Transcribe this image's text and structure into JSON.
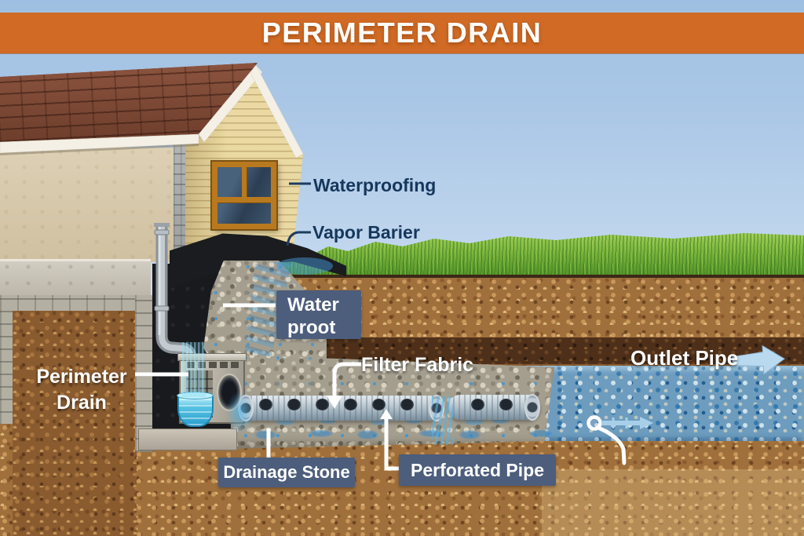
{
  "banner": {
    "title": "PERIMETER DRAIN"
  },
  "labels": {
    "waterproofing": "Waterproofing",
    "vapor_barrier": "Vapor Barier",
    "waterproof": {
      "line1": "Water",
      "line2": "proot"
    },
    "filter_fabric": "Filter Fabric",
    "perimeter_drain": {
      "line1": "Perimeter",
      "line2": "Drain"
    },
    "drainage_stone": "Drainage Stone",
    "perforated_pipe": "Perforated Pipe",
    "outlet_pipe": "Outlet Pipe"
  },
  "colors": {
    "banner_bg": "#d06a24",
    "label_box_bg": "#4d5d7c",
    "dark_label_text": "#16375c",
    "white_label_text": "#ffffff",
    "sky": "#a9c6e6",
    "water": "#3fa9dc",
    "soil": "#8a5b2f",
    "gravel": "#a49e8f",
    "grass": "#7db73e",
    "roof_shingle": "#7c4833",
    "siding": "#ead9a2",
    "membrane": "#1b1c1f"
  }
}
